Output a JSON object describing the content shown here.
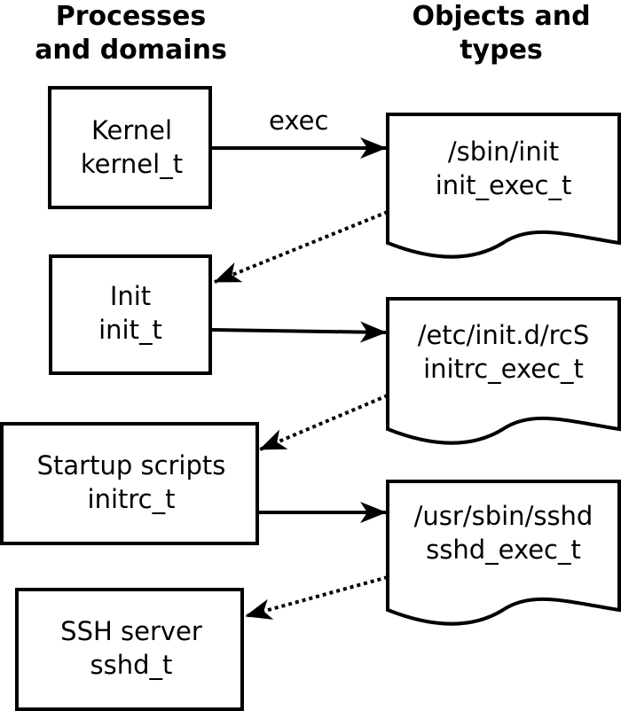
{
  "headers": {
    "processes": [
      "Processes",
      "and domains"
    ],
    "objects": [
      "Objects and",
      "types"
    ]
  },
  "processes": [
    {
      "name": "Kernel",
      "domain": "kernel_t"
    },
    {
      "name": "Init",
      "domain": "init_t"
    },
    {
      "name": "Startup scripts",
      "domain": "initrc_t"
    },
    {
      "name": "SSH server",
      "domain": "sshd_t"
    }
  ],
  "objects": [
    {
      "path": "/sbin/init",
      "type": "init_exec_t"
    },
    {
      "path": "/etc/init.d/rcS",
      "type": "initrc_exec_t"
    },
    {
      "path": "/usr/sbin/sshd",
      "type": "sshd_exec_t"
    }
  ],
  "edge_labels": {
    "exec": "exec"
  }
}
